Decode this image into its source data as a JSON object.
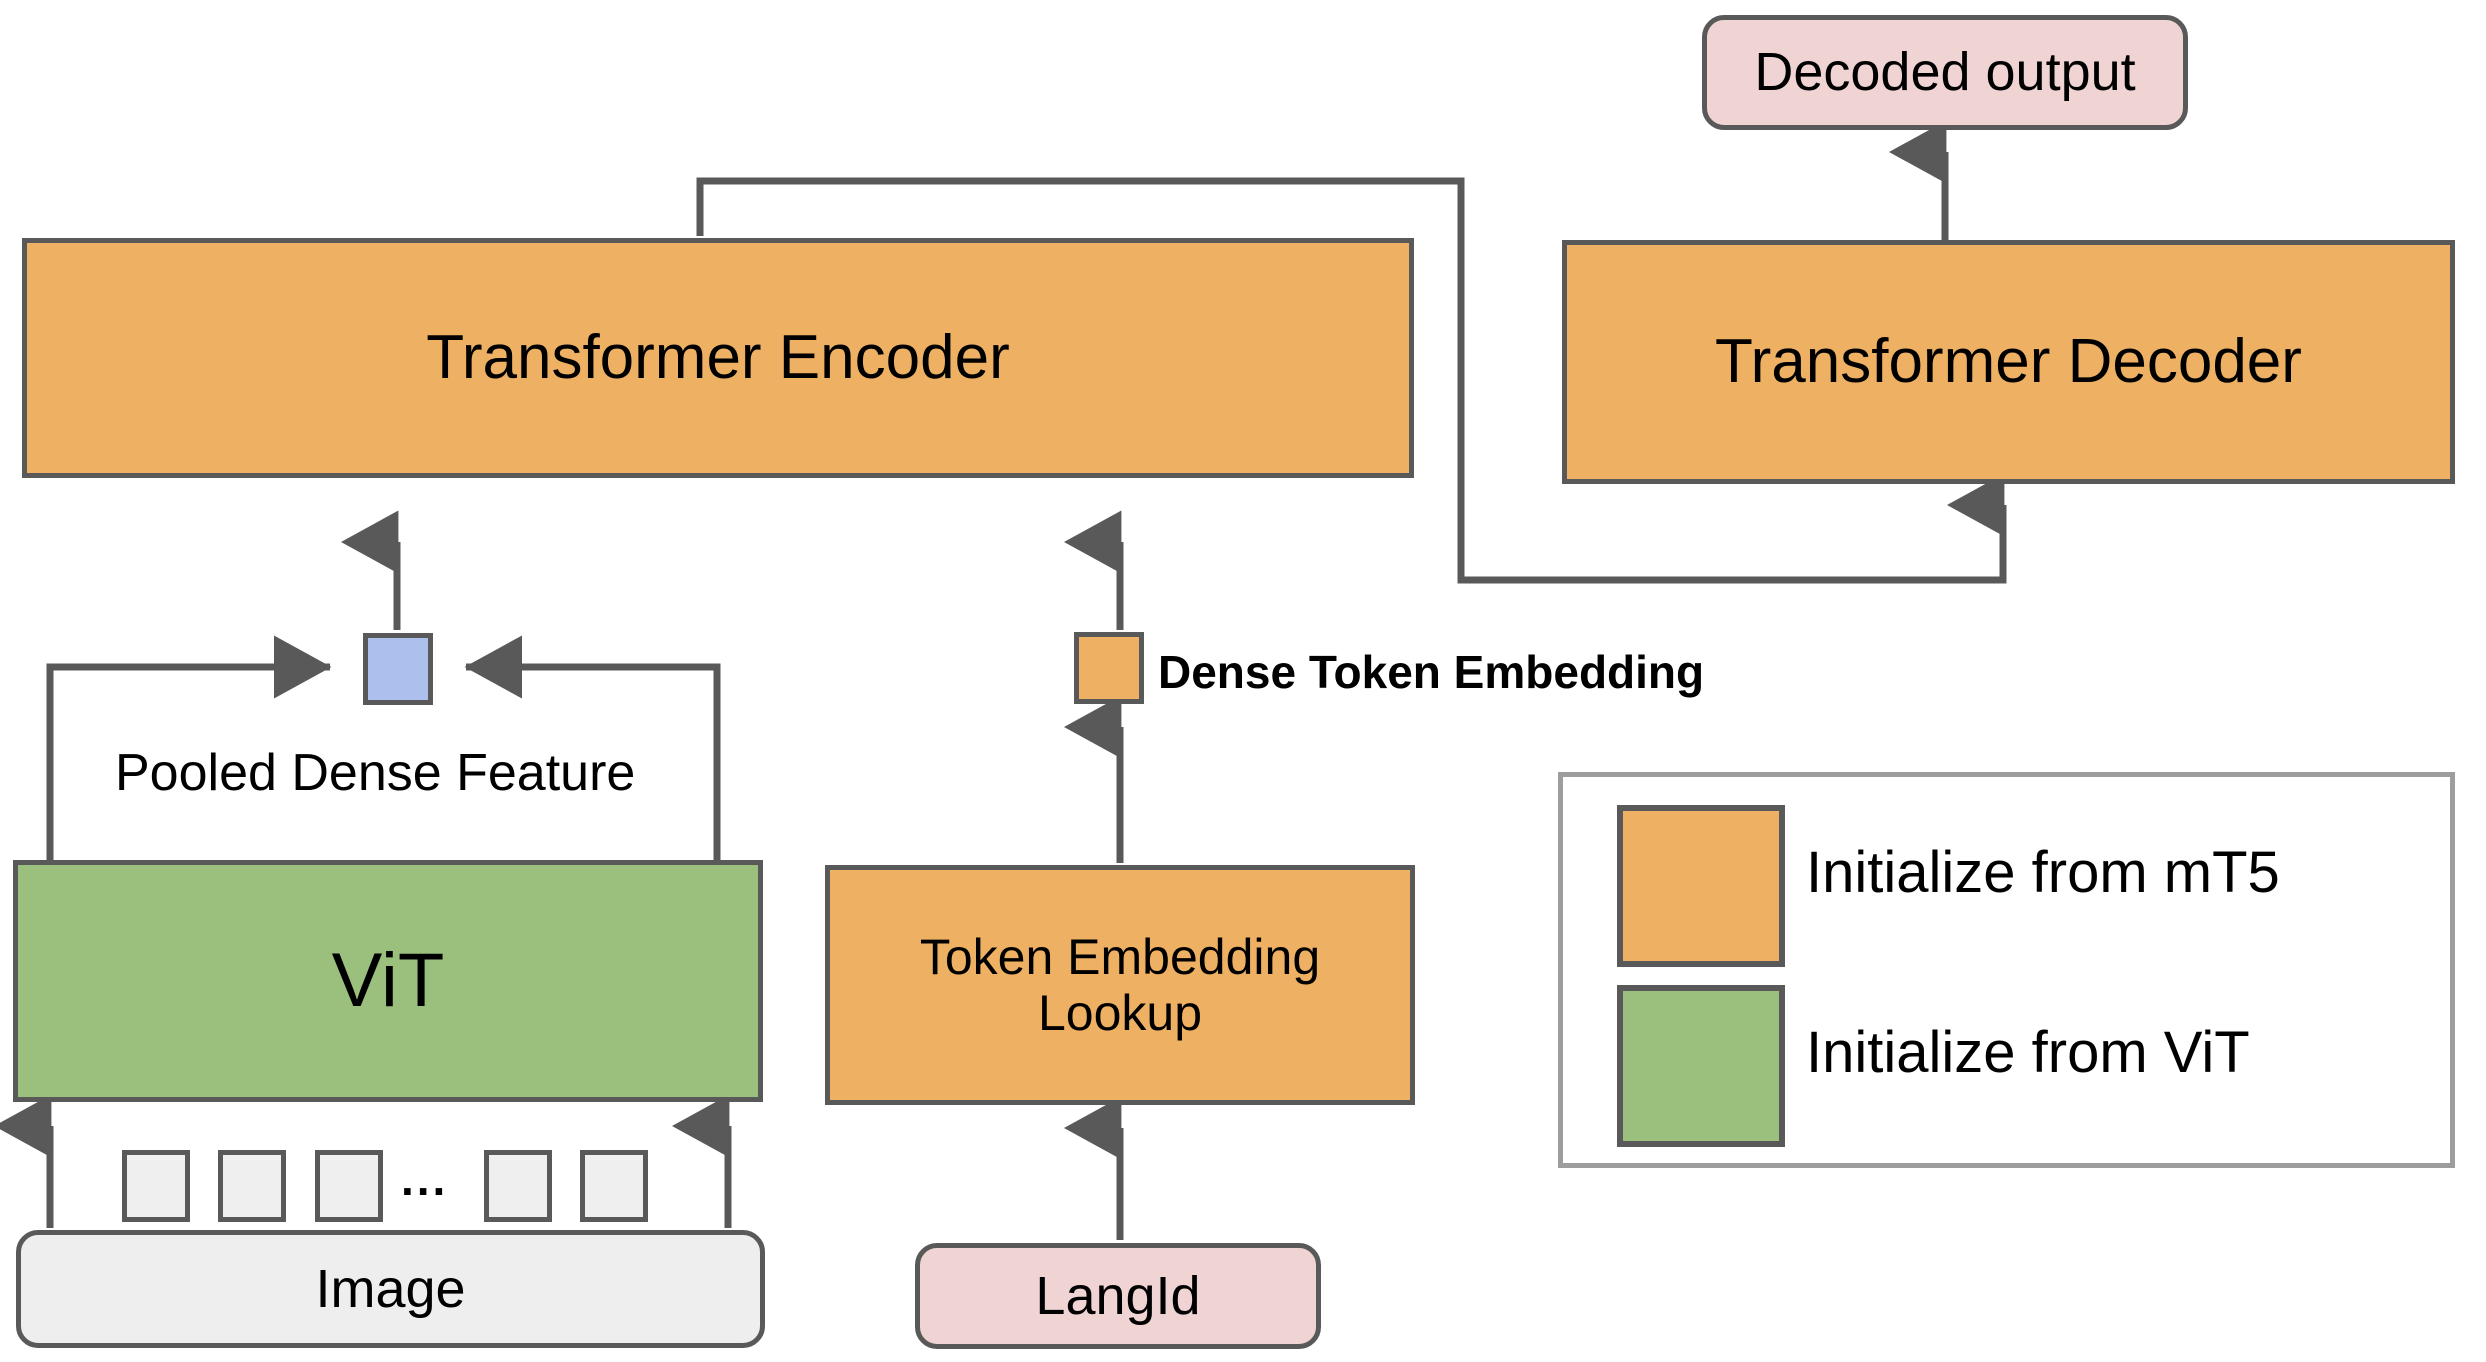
{
  "diagram": {
    "title_visible": false,
    "colors": {
      "mt5_orange": "#eeb163",
      "vit_green": "#9bc07e",
      "io_pink": "#f0d4d4",
      "image_grey": "#eeeeee",
      "pooled_blue": "#adbfec",
      "stroke_dark": "#595959",
      "legend_border": "#9d9d9d"
    },
    "nodes": {
      "transformer_encoder": "Transformer Encoder",
      "transformer_decoder": "Transformer Decoder",
      "decoded_output": "Decoded output",
      "vit": "ViT",
      "token_embedding_lookup": "Token Embedding\nLookup",
      "token_embedding_lookup_line1": "Token Embedding",
      "token_embedding_lookup_line2": "Lookup",
      "langid": "LangId",
      "image": "Image",
      "pooled_dense_feature_label": "Pooled Dense Feature",
      "dense_token_embedding_label": "Dense Token Embedding",
      "patch_ellipsis": "..."
    },
    "patches": [
      {
        "name": "patch-1"
      },
      {
        "name": "patch-2"
      },
      {
        "name": "patch-3"
      },
      {
        "name": "patch-4"
      },
      {
        "name": "patch-5"
      }
    ],
    "legend": {
      "items": [
        {
          "label": "Initialize from mT5",
          "color": "#eeb163",
          "swatch": "orange-swatch"
        },
        {
          "label": "Initialize from ViT",
          "color": "#9bc07e",
          "swatch": "green-swatch"
        }
      ]
    }
  }
}
